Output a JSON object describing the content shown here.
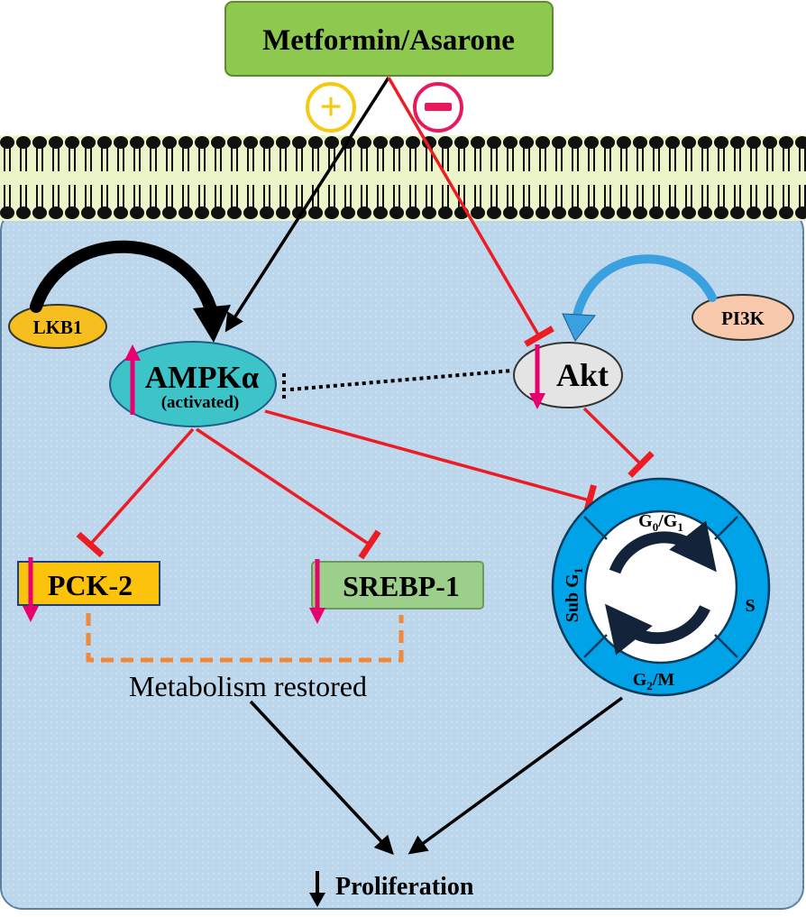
{
  "drug": {
    "label": "Metformin/Asarone",
    "activate_sign": "+",
    "inhibit_sign": "−"
  },
  "upstream": {
    "lkb1": "LKB1",
    "pi3k": "PI3K"
  },
  "kinases": {
    "ampk": {
      "label": "AMPKα",
      "sublabel": "(activated)"
    },
    "akt": {
      "label": "Akt"
    }
  },
  "targets": {
    "pck2": "PCK-2",
    "srebp1": "SREBP-1"
  },
  "metabolism_label": "Metabolism restored",
  "cell_cycle": {
    "phases": {
      "g0g1": {
        "main": "G",
        "sub1": "0",
        "mid": "/G",
        "sub2": "1"
      },
      "s": "S",
      "g2m": {
        "main": "G",
        "sub": "2",
        "rest": "/M"
      },
      "subg1": {
        "main": "Sub G",
        "sub": "1"
      }
    }
  },
  "outcome": {
    "arrow": "↓",
    "label": "Proliferation"
  },
  "colors": {
    "drug_box": "#8cc94e",
    "membrane_band": "#ebf5c9",
    "cell_body": "#bcd6ec",
    "ampk_fill": "#3cc4c8",
    "akt_fill": "#e4e4e4",
    "lkb1_fill": "#f6be1e",
    "pi3k_fill": "#f8c9ad",
    "pck2_fill": "#fbc30b",
    "srebp1_fill": "#9cd08a",
    "inhibit_red": "#ed1c24",
    "down_arrow_pink": "#e8006f",
    "cycle_ring": "#00a2e8",
    "dashed_orange": "#f0883a",
    "plus_circle": "#f6c90e",
    "minus_circle": "#e8195a",
    "pi3k_arrow": "#3aa0e0"
  }
}
